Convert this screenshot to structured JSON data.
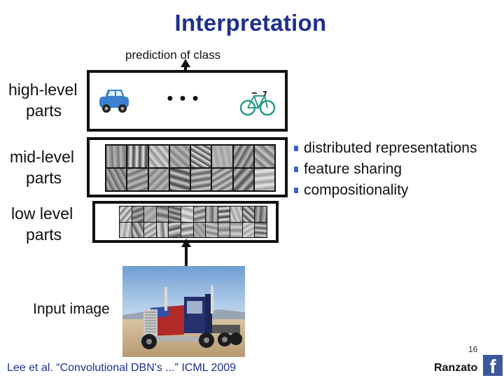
{
  "title": "Interpretation",
  "prediction_label": "prediction of class",
  "levels": {
    "high": [
      "high-level",
      "parts"
    ],
    "mid": [
      "mid-level",
      "parts"
    ],
    "low": [
      "low level",
      "parts"
    ]
  },
  "ellipsis": "● ● ●",
  "bullets": [
    "distributed representations",
    "feature sharing",
    "compositionality"
  ],
  "input_label": "Input image",
  "footnote": "Lee et al. “Convolutional DBN's ...” ICML 2009",
  "page_number": "16",
  "author": "Ranzato",
  "logo_glyph": "f",
  "icons": {
    "car": "car-icon",
    "bicycle": "bicycle-icon",
    "logo": "facebook-logo-icon"
  },
  "colors": {
    "title": "#1f2f8f",
    "bullet": "#3b63c9",
    "logo": "#3b5998"
  }
}
